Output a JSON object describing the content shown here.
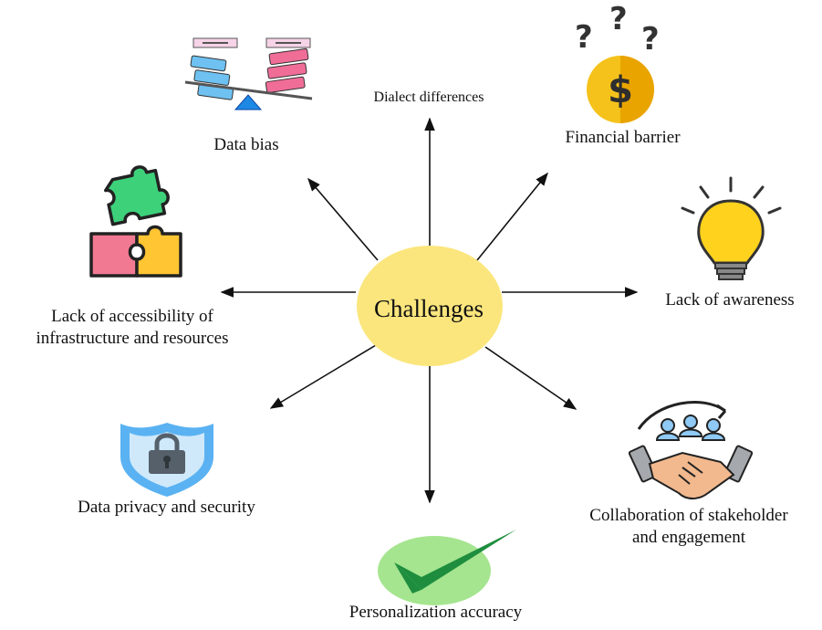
{
  "center": {
    "label": "Challenges"
  },
  "nodes": [
    {
      "id": "dialect",
      "label": "Dialect differences",
      "icon": "none"
    },
    {
      "id": "bias",
      "label": "Data bias",
      "icon": "balance-scale-icon"
    },
    {
      "id": "financial",
      "label": "Financial barrier",
      "icon": "dollar-coin-question-icon"
    },
    {
      "id": "awareness",
      "label": "Lack of awareness",
      "icon": "lightbulb-icon"
    },
    {
      "id": "access",
      "label_lines": [
        "Lack of accessibility of",
        "infrastructure and resources"
      ],
      "icon": "puzzle-pieces-icon"
    },
    {
      "id": "privacy",
      "label": "Data privacy and security",
      "icon": "shield-lock-icon"
    },
    {
      "id": "collab",
      "label_lines": [
        "Collaboration of stakeholder",
        "and engagement"
      ],
      "icon": "handshake-team-icon"
    },
    {
      "id": "personal",
      "label": "Personalization accuracy",
      "icon": "checkmark-icon"
    }
  ],
  "colors": {
    "center_fill": "#FBE67D",
    "arrow": "#111111",
    "coin": "#F5C21B",
    "bulb": "#FFD21E",
    "shield": "#5AB2F2",
    "check_green": "#1E8E3E",
    "check_bg": "#A5E58F"
  }
}
